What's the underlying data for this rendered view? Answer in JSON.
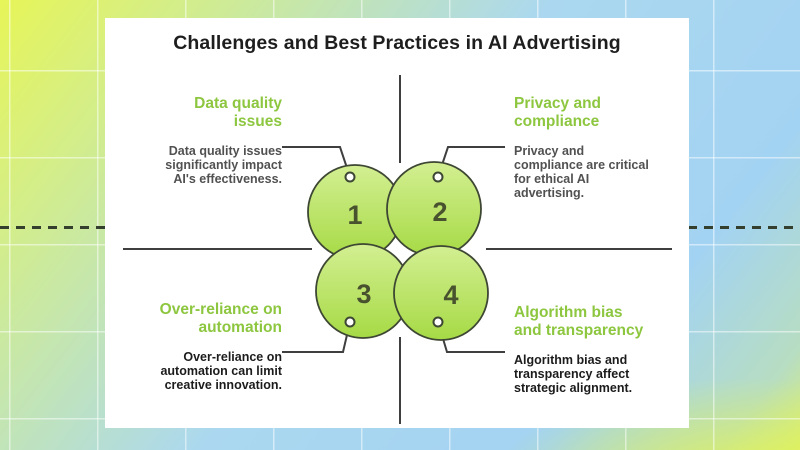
{
  "title": "Challenges and Best Practices in AI Advertising",
  "diagram": {
    "circles": [
      {
        "number": "1"
      },
      {
        "number": "2"
      },
      {
        "number": "3"
      },
      {
        "number": "4"
      }
    ]
  },
  "quadrants": [
    {
      "position": "top-left",
      "heading": "Data quality\nissues",
      "description": "Data quality issues\nsignificantly impact\nAI's effectiveness."
    },
    {
      "position": "top-right",
      "heading": "Privacy and\ncompliance",
      "description": "Privacy and\ncompliance are critical\nfor ethical AI\nadvertising."
    },
    {
      "position": "bottom-left",
      "heading": "Over-reliance on\nautomation",
      "description": "Over-reliance on\nautomation can limit\ncreative innovation."
    },
    {
      "position": "bottom-right",
      "heading": "Algorithm bias\nand transparency",
      "description": "Algorithm bias and\ntransparency affect\nstrategic alignment."
    }
  ],
  "colors": {
    "heading_green": "#8dc63f",
    "circle_fill_top": "#d3ef92",
    "circle_fill_bottom": "#a6da45",
    "circle_stroke": "#3e4733",
    "connector_line": "#3f3f3f",
    "number_text": "#49522f",
    "dashed_line": "#343f2d",
    "background_yellow": "#e7f558",
    "background_blue": "#a7d5f1",
    "card_background": "#ffffff"
  }
}
